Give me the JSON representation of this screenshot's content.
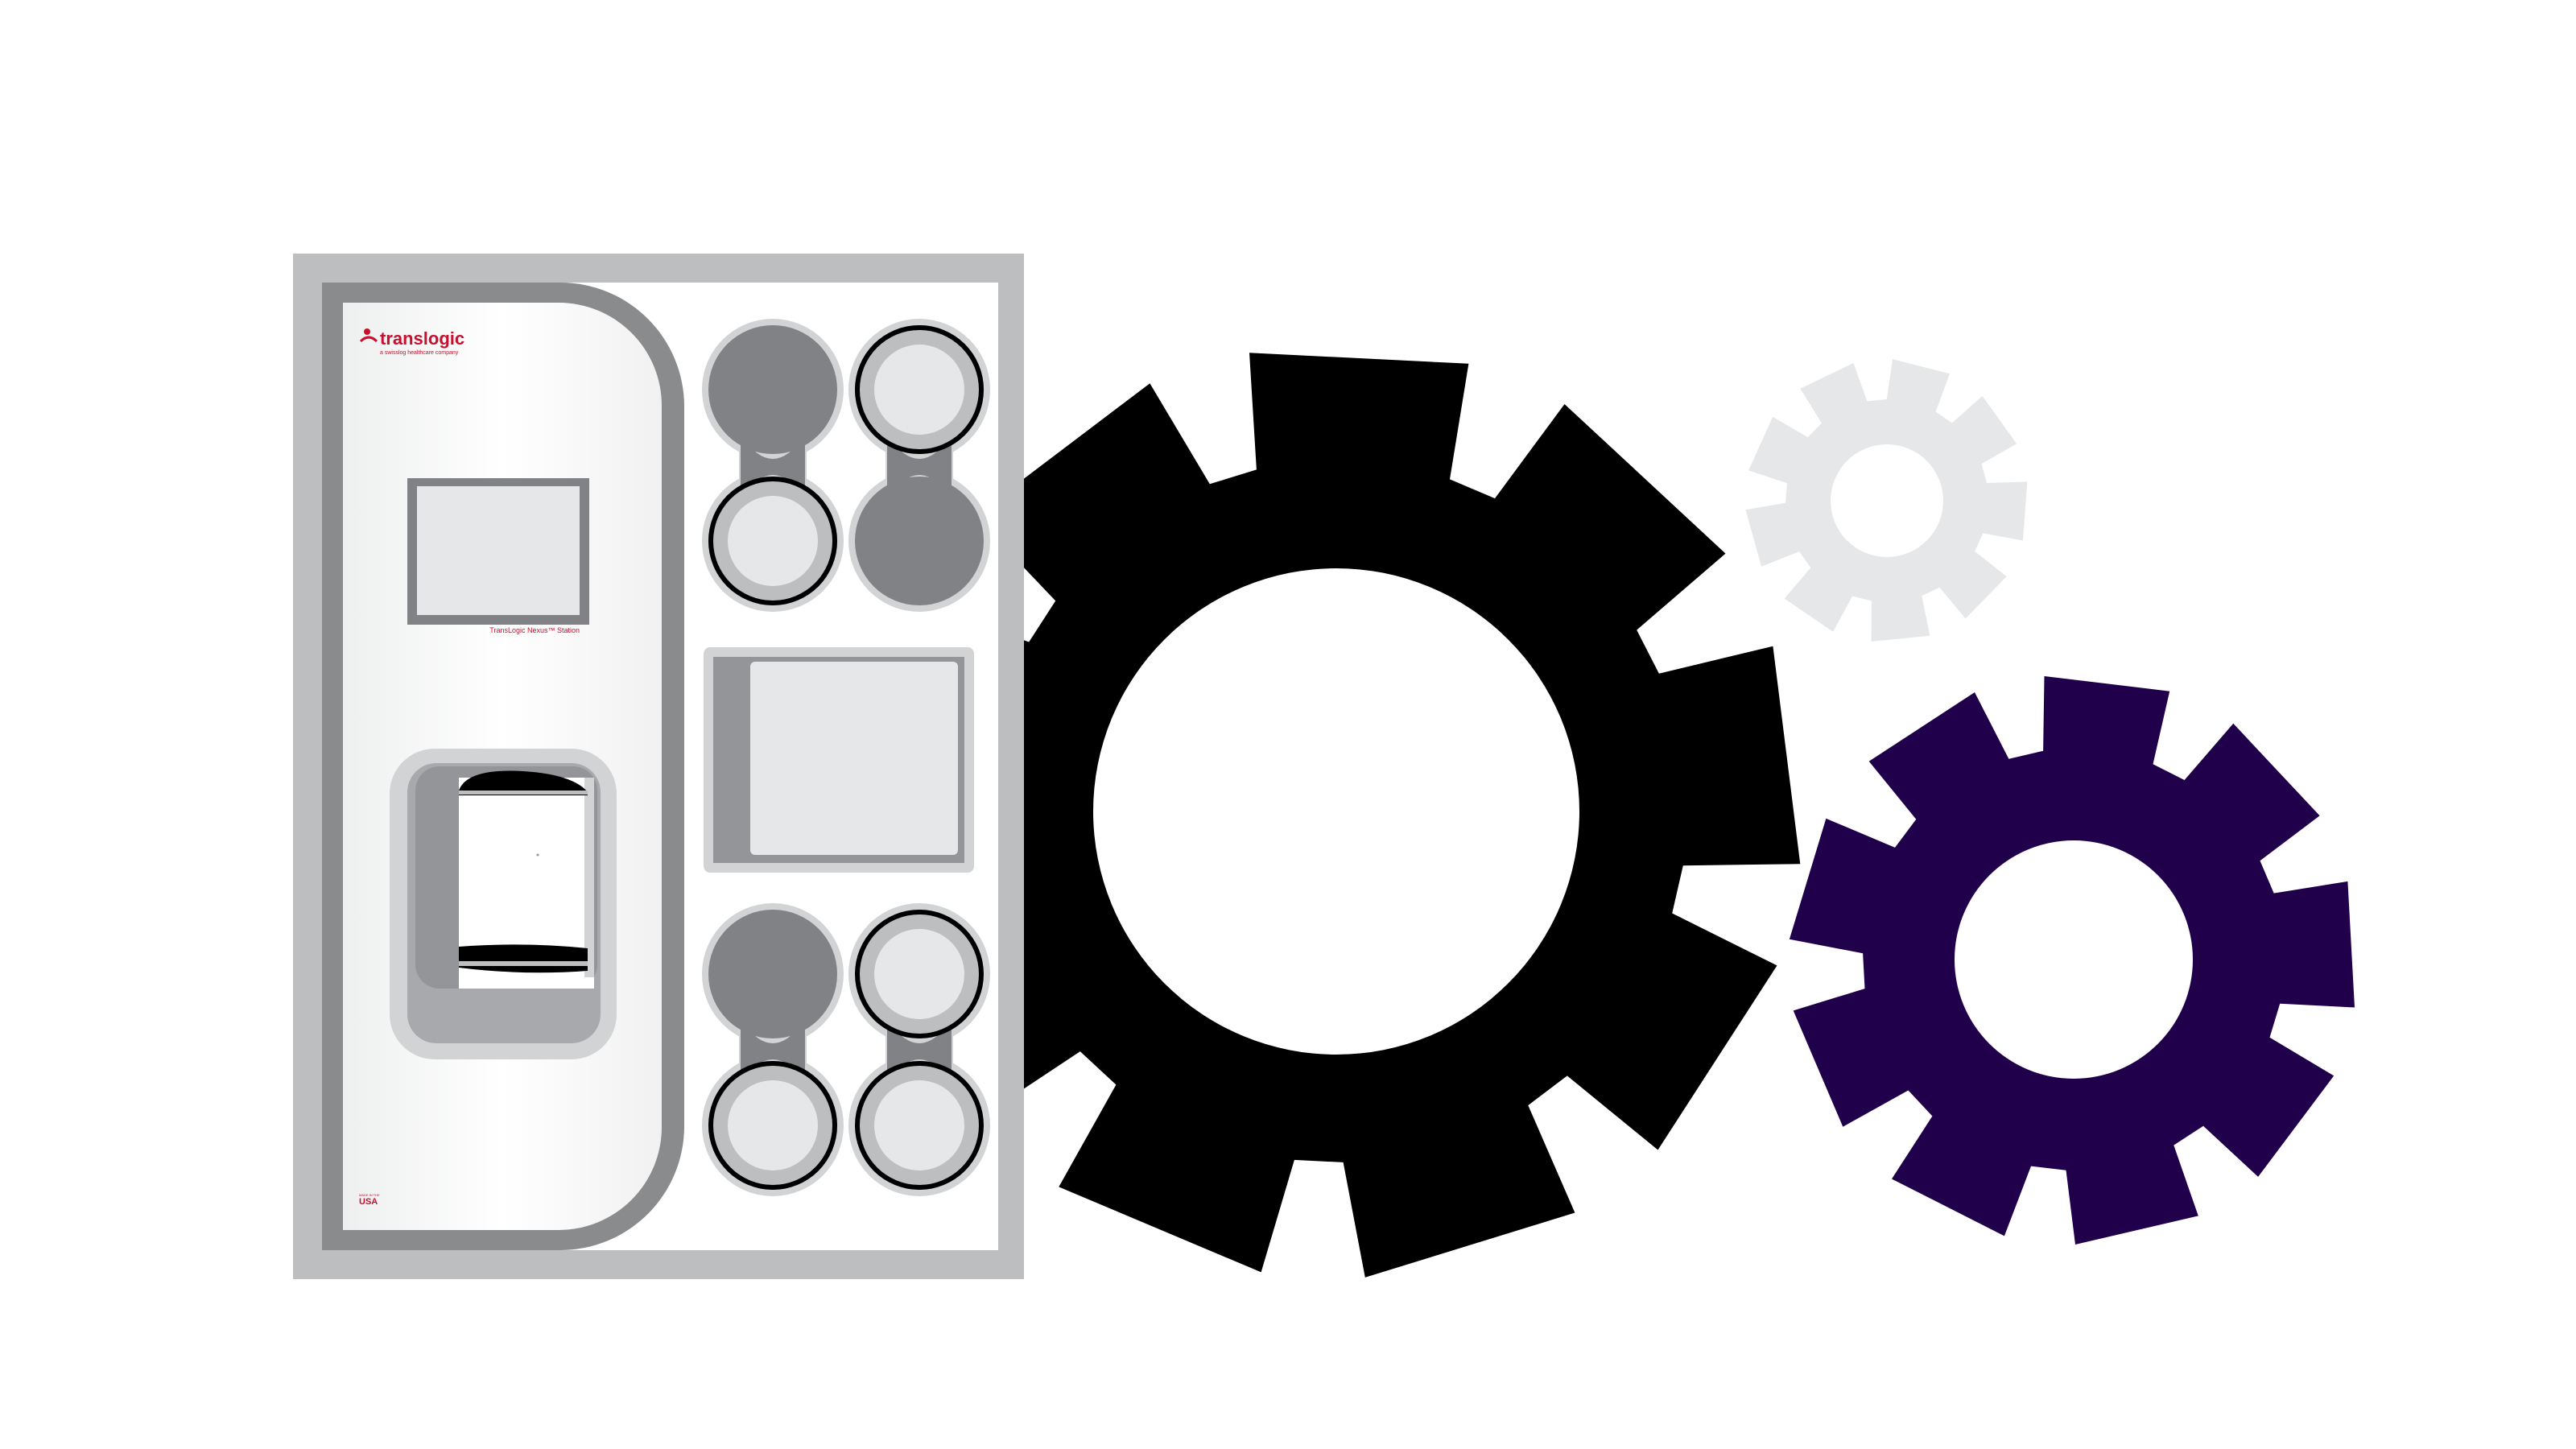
{
  "station": {
    "brand_name": "translogic",
    "brand_tagline": "a swisslog healthcare company",
    "screen_caption": "TransLogic Nexus™ Station",
    "made_in_label": "MADE IN THE",
    "made_in_country": "USA"
  },
  "gears": [
    {
      "name": "large-gear",
      "color": "#000000",
      "teeth": 9
    },
    {
      "name": "small-gear",
      "color": "#e6e7e8",
      "teeth": 9
    },
    {
      "name": "medium-gear",
      "color": "#20004b",
      "teeth": 9
    }
  ],
  "colors": {
    "frame_gray": "#bcbec0",
    "panel_gray": "#8a8b8d",
    "dark_gray": "#808285",
    "light_gray": "#e6e7e8",
    "brand_red": "#c8102e"
  }
}
